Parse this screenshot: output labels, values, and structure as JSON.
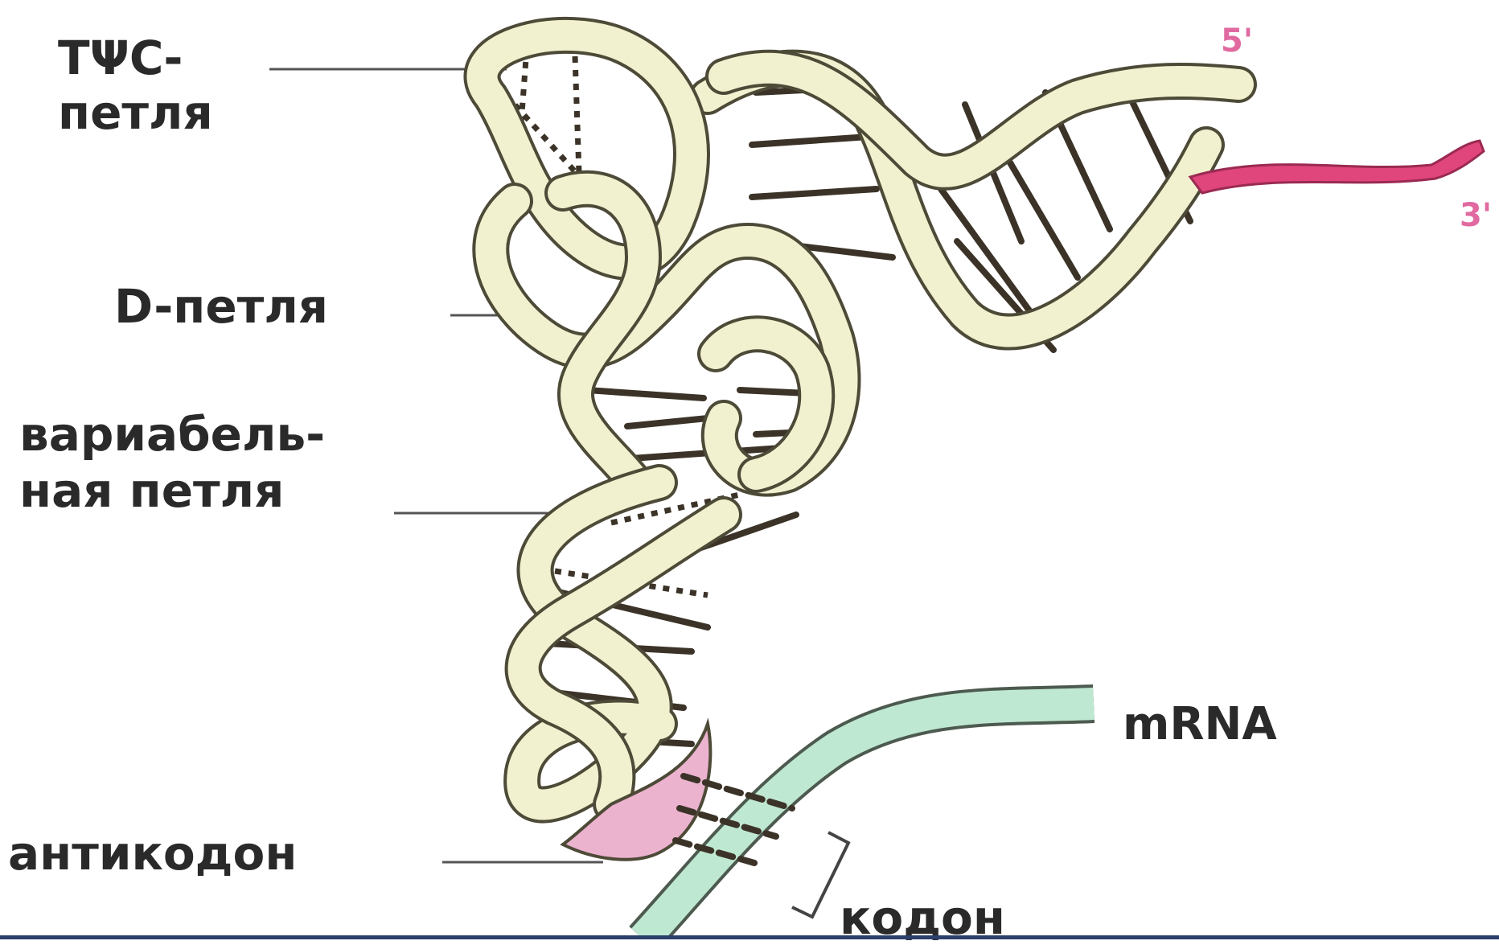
{
  "labels": {
    "tpsi_loop": "ТΨС-\nпетля",
    "d_loop": "D-петля",
    "variable_loop": "вариабель-\nная петля",
    "anticodon": "антикодон",
    "mrna": "mRNA",
    "codon": "кодон",
    "five_prime": "5'",
    "three_prime": "3'"
  },
  "colors": {
    "background": "#ffffff",
    "ribbon_fill": "#f1f0cf",
    "ribbon_edge": "#4d4a37",
    "base_pair": "#3c3328",
    "acceptor_end": "#e0457b",
    "anticodon_region": "#ecb3cf",
    "mrna_strand": "#bfe8d2",
    "label_text": "#2a2a2a",
    "end_label": "#e06aa0",
    "bottom_bar": "#2b3f6a"
  }
}
